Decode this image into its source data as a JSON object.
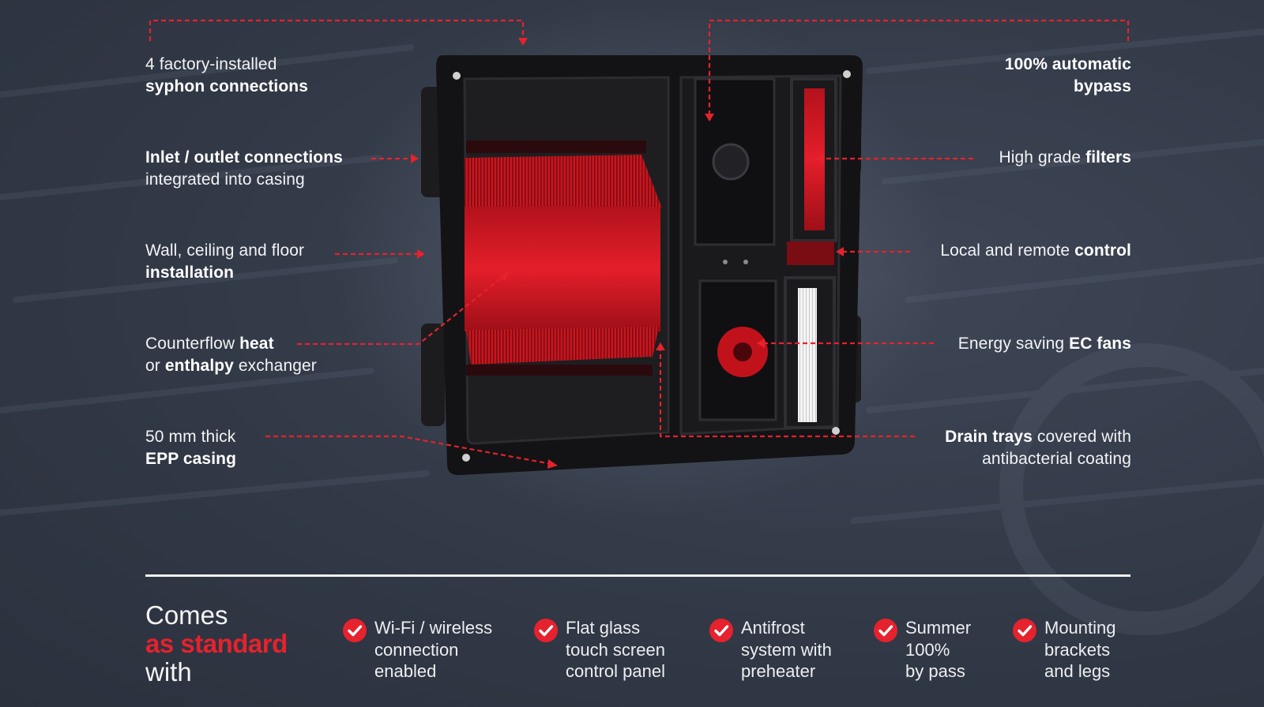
{
  "colors": {
    "accent": "#e5222d",
    "background": "#343b49",
    "text": "#ffffff"
  },
  "callouts_left": [
    {
      "id": "syphon",
      "lines": [
        [
          {
            "t": "4 factory-installed",
            "b": false
          }
        ],
        [
          {
            "t": "syphon connections",
            "b": true
          }
        ]
      ]
    },
    {
      "id": "inlet",
      "lines": [
        [
          {
            "t": "Inlet / outlet connections",
            "b": true
          }
        ],
        [
          {
            "t": "integrated into casing",
            "b": false
          }
        ]
      ]
    },
    {
      "id": "installation",
      "lines": [
        [
          {
            "t": "Wall, ceiling and floor",
            "b": false
          }
        ],
        [
          {
            "t": "installation",
            "b": true
          }
        ]
      ]
    },
    {
      "id": "exchanger",
      "lines": [
        [
          {
            "t": "Counterflow ",
            "b": false
          },
          {
            "t": "heat",
            "b": true
          }
        ],
        [
          {
            "t": "or ",
            "b": false
          },
          {
            "t": "enthalpy",
            "b": true
          },
          {
            "t": " exchanger",
            "b": false
          }
        ]
      ]
    },
    {
      "id": "casing",
      "lines": [
        [
          {
            "t": "50 mm thick",
            "b": false
          }
        ],
        [
          {
            "t": "EPP casing",
            "b": true
          }
        ]
      ]
    }
  ],
  "callouts_right": [
    {
      "id": "bypass",
      "lines": [
        [
          {
            "t": "100% automatic",
            "b": true
          }
        ],
        [
          {
            "t": "bypass",
            "b": true
          }
        ]
      ]
    },
    {
      "id": "filters",
      "lines": [
        [
          {
            "t": "High grade ",
            "b": false
          },
          {
            "t": "filters",
            "b": true
          }
        ]
      ]
    },
    {
      "id": "control",
      "lines": [
        [
          {
            "t": "Local and remote ",
            "b": false
          },
          {
            "t": "control",
            "b": true
          }
        ]
      ]
    },
    {
      "id": "fans",
      "lines": [
        [
          {
            "t": "Energy saving ",
            "b": false
          },
          {
            "t": "EC fans",
            "b": true
          }
        ]
      ]
    },
    {
      "id": "drain",
      "lines": [
        [
          {
            "t": "Drain trays",
            "b": true
          },
          {
            "t": " covered with",
            "b": false
          }
        ],
        [
          {
            "t": "antibacterial coating",
            "b": false
          }
        ]
      ]
    }
  ],
  "standard": {
    "line1": "Comes",
    "line2": "as standard",
    "line3": "with"
  },
  "features": [
    {
      "id": "wifi",
      "lines": [
        "Wi-Fi / wireless",
        "connection",
        "enabled"
      ],
      "icon": "check-circle-icon"
    },
    {
      "id": "touch",
      "lines": [
        "Flat glass",
        "touch screen",
        "control panel"
      ],
      "icon": "check-circle-icon"
    },
    {
      "id": "antifrost",
      "lines": [
        "Antifrost",
        "system with",
        "preheater"
      ],
      "icon": "check-circle-icon"
    },
    {
      "id": "summer",
      "lines": [
        "Summer",
        "100%",
        "by pass"
      ],
      "icon": "check-circle-icon"
    },
    {
      "id": "mounting",
      "lines": [
        "Mounting",
        "brackets",
        "and legs"
      ],
      "icon": "check-circle-icon"
    }
  ]
}
